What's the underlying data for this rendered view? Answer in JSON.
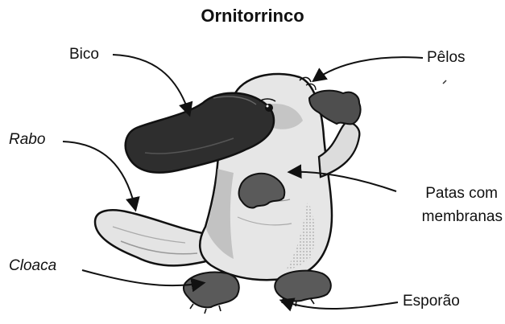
{
  "title": "Ornitorrinco",
  "labels": {
    "bico": "Bico",
    "pelos": "Pêlos",
    "rabo": "Rabo",
    "patas_line1": "Patas com",
    "patas_line2": "membranas",
    "cloaca": "Cloaca",
    "esporao": "Esporão"
  },
  "colors": {
    "ink": "#111111",
    "bill": "#2e2e2e",
    "body_light": "#e6e6e6",
    "body_shade": "#b5b5b5",
    "foot": "#5a5a5a"
  }
}
